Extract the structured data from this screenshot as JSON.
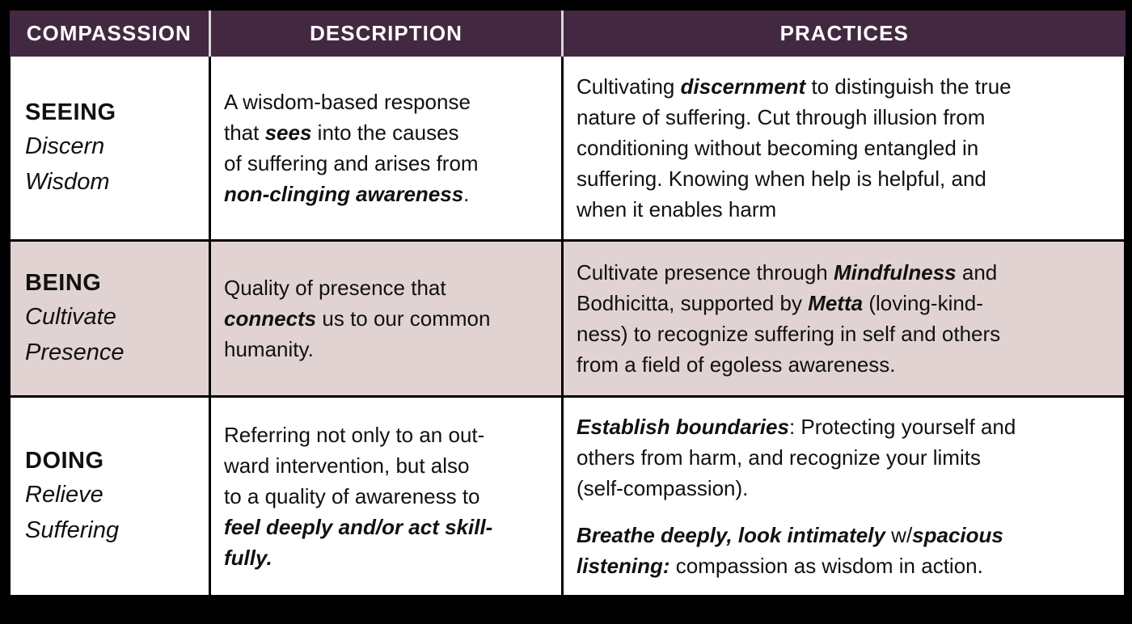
{
  "colors": {
    "page-bg": "#000000",
    "header-bg": "#422941",
    "header-text": "#ffffff",
    "header-separator": "#d6d6d6",
    "row-alt-bg": "#e2d3d3",
    "cell-bg": "#ffffff",
    "border-color": "#000000",
    "text-color": "#111111"
  },
  "header": {
    "columns": [
      "COMPASSSION",
      "DESCRIPTION",
      "PRACTICES"
    ]
  },
  "rows": [
    {
      "term": "SEEING",
      "subtitle": "Discern\nWisdom",
      "highlighted": false,
      "description": [
        [
          {
            "t": "A wisdom-based response\nthat ",
            "b": false
          },
          {
            "t": "sees",
            "b": true
          },
          {
            "t": " into the causes\nof suffering and arises from\n",
            "b": false
          },
          {
            "t": "non-clinging awareness",
            "b": true
          },
          {
            "t": ".",
            "b": false
          }
        ]
      ],
      "practices": [
        [
          {
            "t": "Cultivating ",
            "b": false
          },
          {
            "t": "discernment",
            "b": true
          },
          {
            "t": " to distinguish the true\nnature of suffering. Cut through illusion from\nconditioning without becoming entangled in\nsuffering. Knowing when help is helpful, and\nwhen it enables harm",
            "b": false
          }
        ]
      ]
    },
    {
      "term": "BEING",
      "subtitle": "Cultivate\nPresence",
      "highlighted": true,
      "description": [
        [
          {
            "t": "Quality of presence that\n",
            "b": false
          },
          {
            "t": "connects",
            "b": true
          },
          {
            "t": " us to our common\nhumanity.",
            "b": false
          }
        ]
      ],
      "practices": [
        [
          {
            "t": "Cultivate presence through ",
            "b": false
          },
          {
            "t": "Mindfulness",
            "b": true
          },
          {
            "t": " and\nBodhicitta, supported by ",
            "b": false
          },
          {
            "t": "Metta",
            "b": true
          },
          {
            "t": " (loving-kind-\nness) to recognize suffering in self and others\nfrom a field of egoless awareness.",
            "b": false
          }
        ]
      ]
    },
    {
      "term": "DOING",
      "subtitle": "Relieve\nSuffering",
      "highlighted": false,
      "description": [
        [
          {
            "t": "Referring not only to an out-\nward intervention, but also\nto a quality of awareness to\n",
            "b": false
          },
          {
            "t": "feel deeply and/or act skill-\nfully.",
            "b": true
          }
        ]
      ],
      "practices": [
        [
          {
            "t": "Establish boundaries",
            "b": true
          },
          {
            "t": ": Protecting yourself and\nothers from harm, and recognize your limits\n(self-compassion).",
            "b": false
          }
        ],
        [
          {
            "t": "Breathe deeply, look intimately",
            "b": true
          },
          {
            "t": " w/",
            "b": false
          },
          {
            "t": "spacious\nlistening:",
            "b": true
          },
          {
            "t": " compassion as wisdom in action.",
            "b": false
          }
        ]
      ]
    }
  ]
}
